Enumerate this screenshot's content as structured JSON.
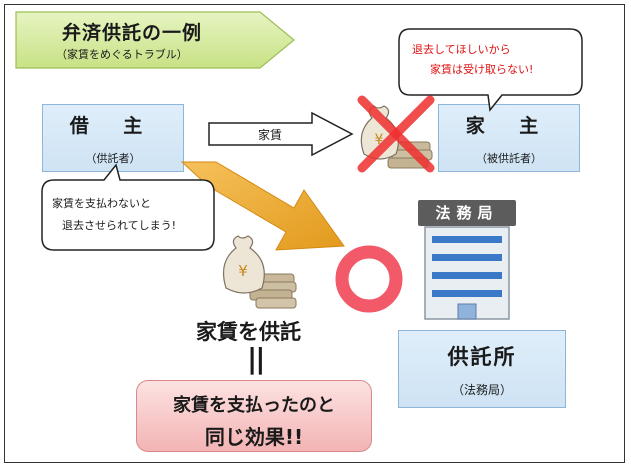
{
  "title": {
    "main": "弁済供託の一例",
    "sub": "（家賃をめぐるトラブル）"
  },
  "borrower": {
    "name": "借 主",
    "role": "（供託者）"
  },
  "landlord": {
    "name": "家 主",
    "role": "（被供託者）"
  },
  "rent_arrow_label": "家賃",
  "landlord_speech": {
    "line1": "退去してほしいから",
    "line2": "家賃は受け取らない!"
  },
  "borrower_speech": {
    "line1": "家賃を支払わないと",
    "line2": "退去させられてしまう!"
  },
  "building_sign": "法務局",
  "deposit_label": "家賃を供託",
  "equals_sign": "||",
  "result": {
    "line1": "家賃を支払ったのと",
    "line2": "同じ効果!!"
  },
  "office": {
    "name": "供託所",
    "sub": "（法務局）"
  },
  "yen_symbol": "¥",
  "icons": [
    "money-bag-icon",
    "cross-mark-icon",
    "circle-mark-icon",
    "office-building-icon"
  ],
  "colors": {
    "title_tag": "#d6ec9c",
    "party_box": "#cfe3f4",
    "orange_arrow": "#eaa424",
    "cross": "#ef2f2f",
    "circle": "#f25a6a",
    "result_box": "#f3b4b4",
    "speech_red": "#e01010",
    "building_blue": "#3a78c8"
  }
}
